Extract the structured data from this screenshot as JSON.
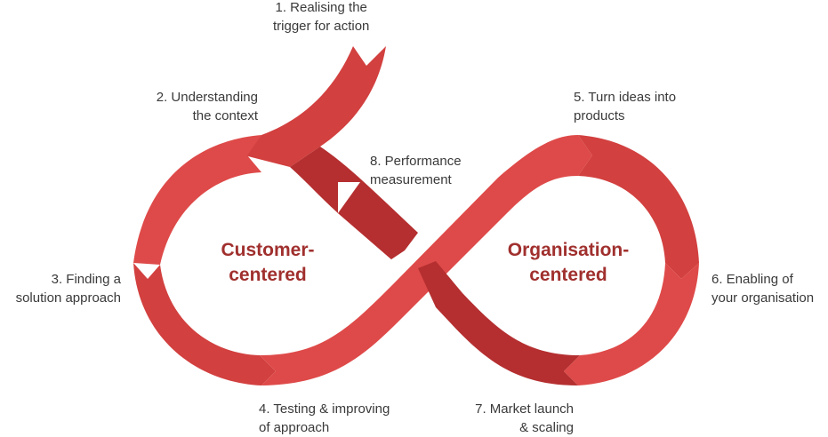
{
  "colors": {
    "band_light": "#de4a49",
    "band_mid": "#d2403f",
    "band_dark": "#b52f30",
    "label_text": "#3a3a3a",
    "title_text": "#a0302e"
  },
  "steps": [
    {
      "id": "1",
      "lines": [
        "1. Realising the",
        "trigger for action"
      ]
    },
    {
      "id": "2",
      "lines": [
        "2. Understanding",
        "the context"
      ]
    },
    {
      "id": "3",
      "lines": [
        "3. Finding a",
        "solution approach"
      ]
    },
    {
      "id": "4",
      "lines": [
        "4. Testing & improving",
        "of approach"
      ]
    },
    {
      "id": "5",
      "lines": [
        "5. Turn ideas into",
        "products"
      ]
    },
    {
      "id": "6",
      "lines": [
        "6. Enabling of",
        "your organisation"
      ]
    },
    {
      "id": "7",
      "lines": [
        "7. Market launch",
        "& scaling"
      ]
    },
    {
      "id": "8",
      "lines": [
        "8. Performance",
        "measurement"
      ]
    }
  ],
  "centers": {
    "left": [
      "Customer-",
      "centered"
    ],
    "right": [
      "Organisation-",
      "centered"
    ]
  }
}
